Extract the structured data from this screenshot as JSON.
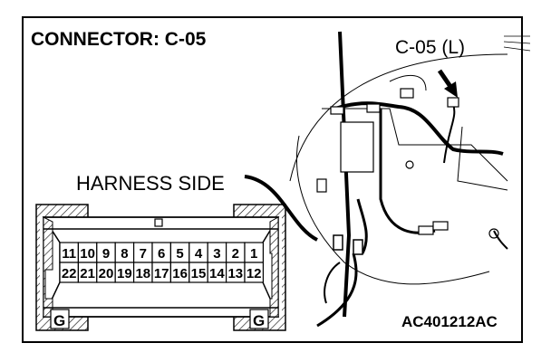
{
  "title": "CONNECTOR: C-05",
  "harness_label": "HARNESS SIDE",
  "callout_label": "C-05 (L)",
  "figure_code": "AC401212AC",
  "connector": {
    "top_row": [
      "11",
      "10",
      "9",
      "8",
      "7",
      "6",
      "5",
      "4",
      "3",
      "2",
      "1"
    ],
    "bottom_row": [
      "22",
      "21",
      "20",
      "19",
      "18",
      "17",
      "16",
      "15",
      "14",
      "13",
      "12"
    ],
    "ground_labels": [
      "G",
      "G"
    ]
  }
}
